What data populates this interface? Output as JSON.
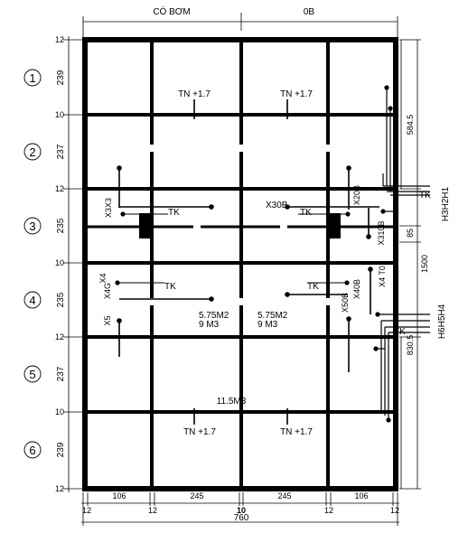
{
  "top_labels": {
    "left": "CÓ BƠM",
    "right": "0B"
  },
  "rows": [
    {
      "num": "1",
      "dim": "239"
    },
    {
      "num": "2",
      "dim": "237"
    },
    {
      "num": "3",
      "dim": "235"
    },
    {
      "num": "4",
      "dim": "235"
    },
    {
      "num": "5",
      "dim": "237"
    },
    {
      "num": "6",
      "dim": "239"
    }
  ],
  "left_dims": [
    "12",
    "10",
    "12",
    "10",
    "12",
    "10",
    "12"
  ],
  "bottom_dims": {
    "a": "12",
    "b": "106",
    "c": "12",
    "d": "245",
    "e": "10",
    "f": "245",
    "g": "12",
    "h": "106",
    "i": "12",
    "total": "760"
  },
  "right_dims": {
    "upper": "584.5",
    "mid_small": "85",
    "mid_total": "1500",
    "lower": "830.5"
  },
  "annotations": {
    "tn_top_left": "TN +1.7",
    "tn_top_right": "TN +1.7",
    "tn_bot_left": "TN +1.7",
    "tn_bot_right": "TN +1.7",
    "x3x3": "X3X3",
    "x30b": "X30B",
    "x20b": "X20B",
    "x310b": "X310B",
    "tk": "TK",
    "x4": "X4",
    "x4g": "X4G",
    "x5": "X5",
    "x50b": "X50B",
    "x40b": "X40B",
    "x4t0": "X4 T0",
    "area_left": "5.75M2",
    "vol_left": "9 M3",
    "area_right": "5.75M2",
    "vol_right": "9 M3",
    "center": "11.5M3",
    "h3h2h1": "H3H2H1",
    "h6h5h4": "H6H5H4"
  }
}
